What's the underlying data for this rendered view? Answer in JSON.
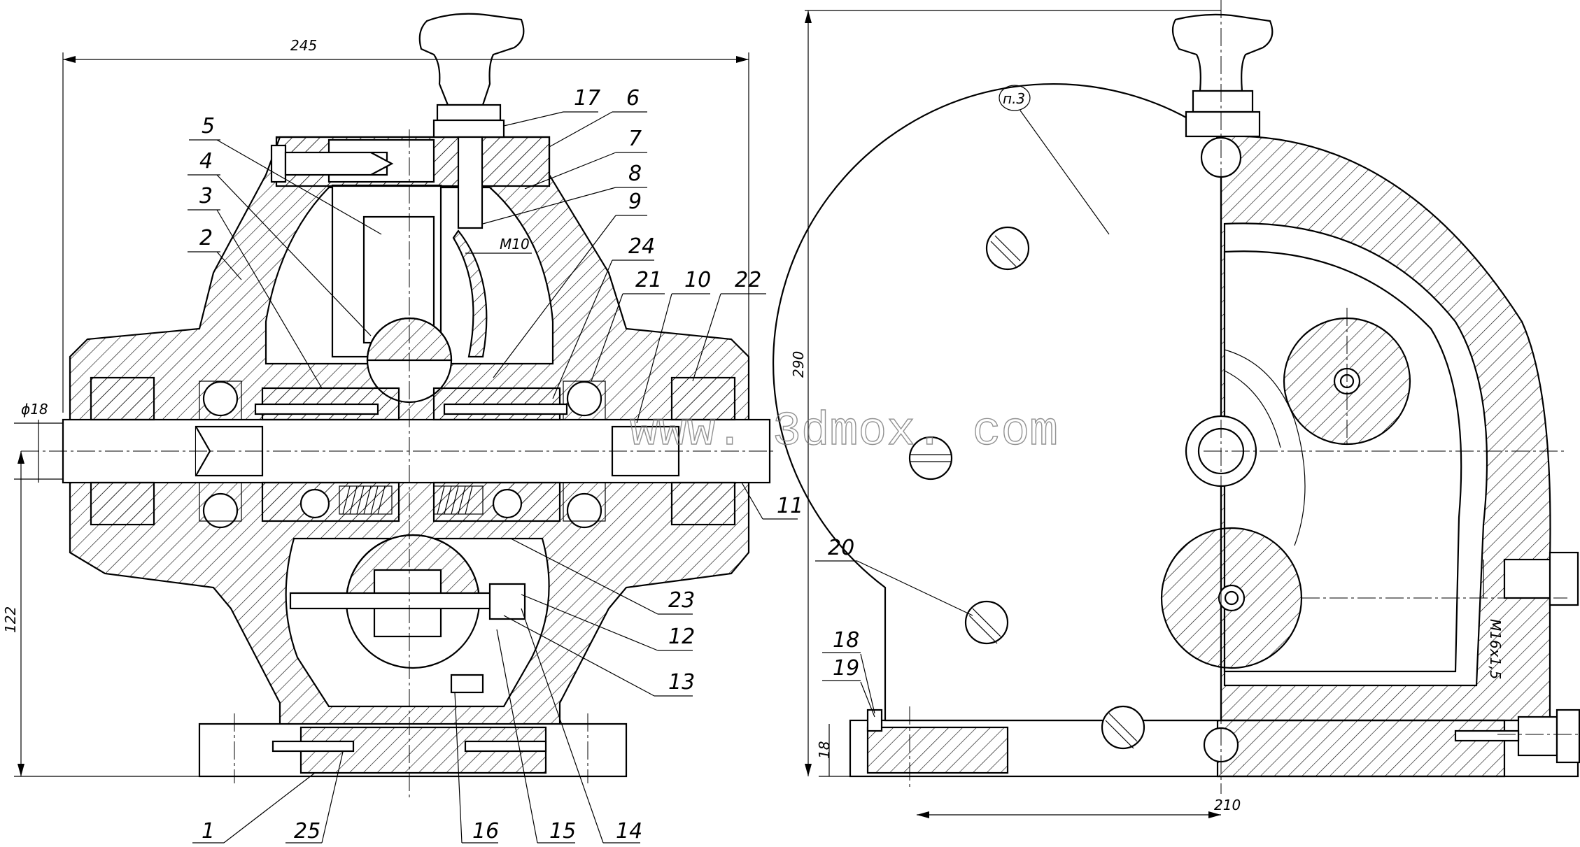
{
  "dimensions": {
    "width_total": "245",
    "height_total": "290",
    "center_height": "122",
    "base_height": "18",
    "shaft_diameter": "ϕ18",
    "base_length": "210",
    "thread_top": "M10",
    "thread_side": "M16x1,5",
    "plate_label": "п.3"
  },
  "callouts": [
    "1",
    "2",
    "3",
    "4",
    "5",
    "6",
    "7",
    "8",
    "9",
    "10",
    "11",
    "12",
    "13",
    "14",
    "15",
    "16",
    "17",
    "18",
    "19",
    "20",
    "21",
    "22",
    "23",
    "24",
    "25"
  ],
  "watermark": "www. 3dmox. com"
}
